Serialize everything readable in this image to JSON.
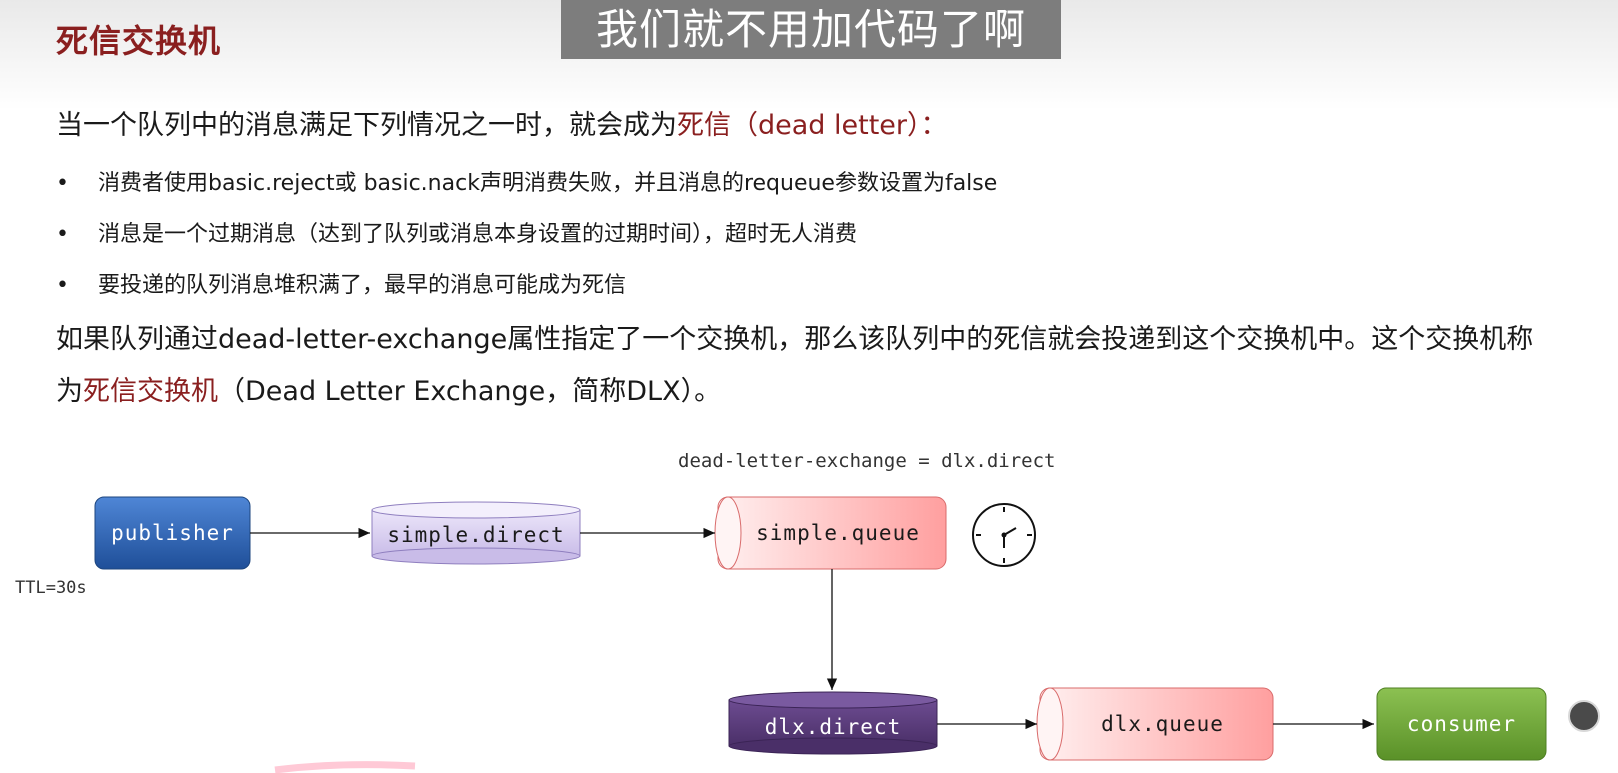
{
  "slide": {
    "title": "死信交换机",
    "subtitle": "我们就不用加代码了啊",
    "intro_prefix": "当一个队列中的消息满足下列情况之一时，就会成为",
    "intro_highlight": "死信（dead letter）：",
    "bullets": [
      "消费者使用basic.reject或 basic.nack声明消费失败，并且消息的requeue参数设置为false",
      "消息是一个过期消息（达到了队列或消息本身设置的过期时间），超时无人消费",
      "要投递的队列消息堆积满了，最早的消息可能成为死信"
    ],
    "para_prefix": "如果队列通过dead-letter-exchange属性指定了一个交换机，那么该队列中的死信就会投递到这个交换机中。这个交换机称为",
    "para_highlight": "死信交换机",
    "para_suffix": "（Dead Letter Exchange，简称DLX）。"
  },
  "diagram": {
    "dlx_config": "dead-letter-exchange = dlx.direct",
    "ttl": "TTL=30s",
    "publisher": "publisher",
    "simple_direct": "simple.direct",
    "simple_queue": "simple.queue",
    "dlx_direct": "dlx.direct",
    "dlx_queue": "dlx.queue",
    "consumer": "consumer"
  },
  "colors": {
    "title_red": "#8a1f1f",
    "publisher_blue": "#2f68b8",
    "exchange_lavender": "#d9cff0",
    "queue_pink": "#ffb3b3",
    "dlx_purple": "#5a3d7a",
    "consumer_green": "#6aa33a"
  }
}
